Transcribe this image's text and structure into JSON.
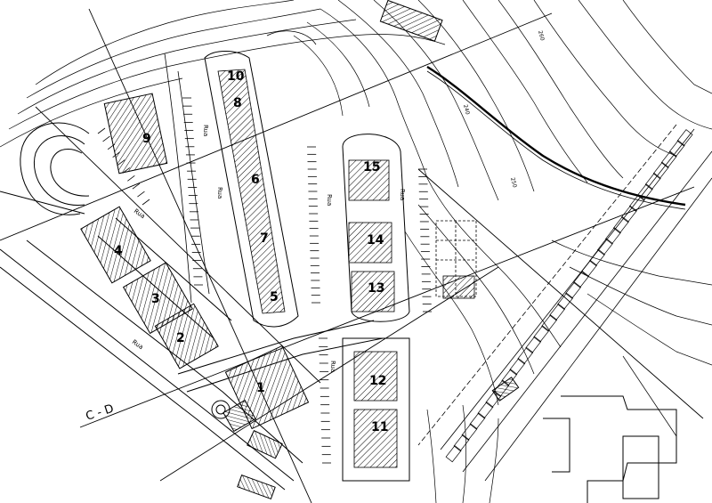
{
  "map": {
    "section_label": "C - D",
    "street_label": "Rua",
    "blocks": [
      {
        "id": "1",
        "label": "1"
      },
      {
        "id": "2",
        "label": "2"
      },
      {
        "id": "3",
        "label": "3"
      },
      {
        "id": "4",
        "label": "4"
      },
      {
        "id": "5",
        "label": "5"
      },
      {
        "id": "6",
        "label": "6"
      },
      {
        "id": "7",
        "label": "7"
      },
      {
        "id": "8",
        "label": "8"
      },
      {
        "id": "9",
        "label": "9"
      },
      {
        "id": "10",
        "label": "10"
      },
      {
        "id": "11",
        "label": "11"
      },
      {
        "id": "12",
        "label": "12"
      },
      {
        "id": "13",
        "label": "13"
      },
      {
        "id": "14",
        "label": "14"
      },
      {
        "id": "15",
        "label": "15"
      }
    ],
    "contour_values": [
      "240",
      "250",
      "260"
    ],
    "colors": {
      "ink": "#000000",
      "paper": "#ffffff"
    }
  }
}
